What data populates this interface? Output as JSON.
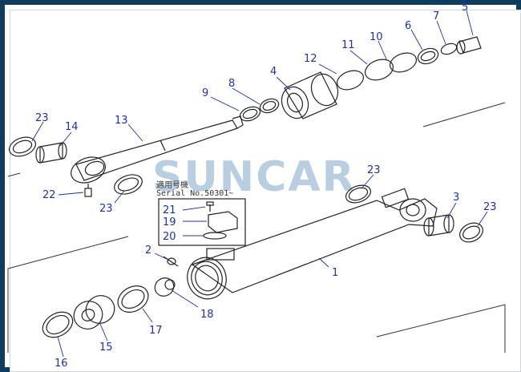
{
  "watermark": "SUNCAR",
  "inset": {
    "caption_line1": "適用号機",
    "caption_line2": "Serial No.50301~"
  },
  "callouts": [
    {
      "id": "c1",
      "label": "1"
    },
    {
      "id": "c2",
      "label": "2"
    },
    {
      "id": "c3",
      "label": "3"
    },
    {
      "id": "c4",
      "label": "4"
    },
    {
      "id": "c5",
      "label": "5"
    },
    {
      "id": "c6",
      "label": "6"
    },
    {
      "id": "c7",
      "label": "7"
    },
    {
      "id": "c8",
      "label": "8"
    },
    {
      "id": "c9",
      "label": "9"
    },
    {
      "id": "c10",
      "label": "10"
    },
    {
      "id": "c11",
      "label": "11"
    },
    {
      "id": "c12",
      "label": "12"
    },
    {
      "id": "c13",
      "label": "13"
    },
    {
      "id": "c14",
      "label": "14"
    },
    {
      "id": "c15",
      "label": "15"
    },
    {
      "id": "c16",
      "label": "16"
    },
    {
      "id": "c17",
      "label": "17"
    },
    {
      "id": "c18",
      "label": "18"
    },
    {
      "id": "c19",
      "label": "19"
    },
    {
      "id": "c20",
      "label": "20"
    },
    {
      "id": "c21",
      "label": "21"
    },
    {
      "id": "c22",
      "label": "22"
    },
    {
      "id": "c23a",
      "label": "23"
    },
    {
      "id": "c23b",
      "label": "23"
    },
    {
      "id": "c23c",
      "label": "23"
    },
    {
      "id": "c23d",
      "label": "23"
    }
  ]
}
